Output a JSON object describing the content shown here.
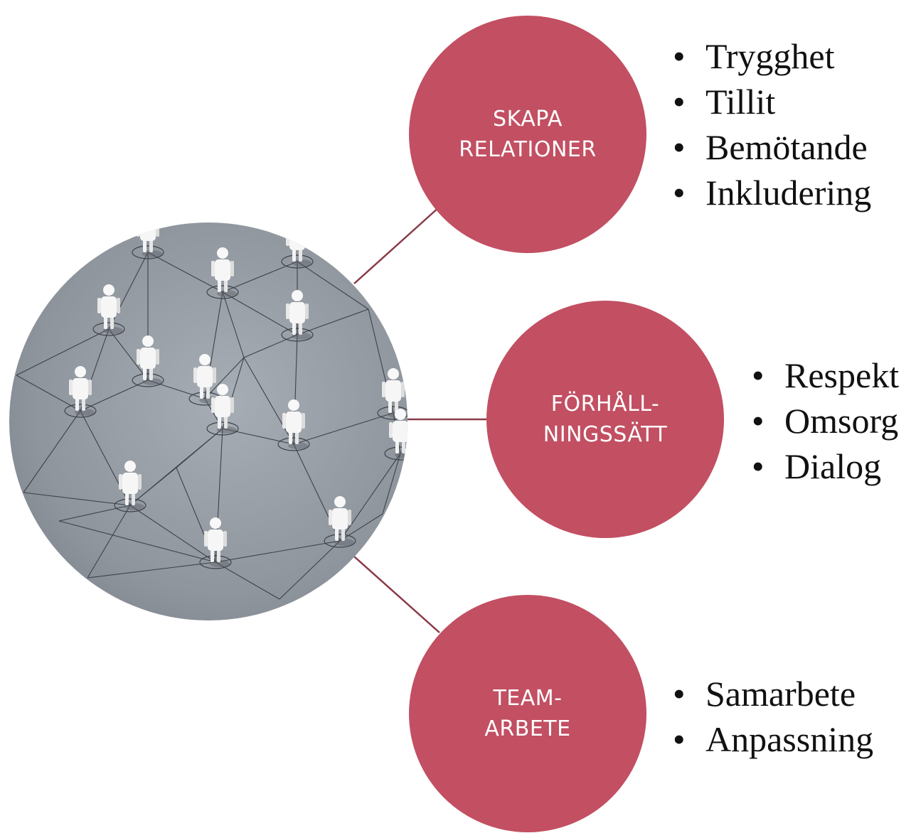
{
  "colors": {
    "node_fill": "#c24f62",
    "connector": "#8a3a48",
    "node_text": "#ffffff",
    "bullet_text": "#111111",
    "photo_background": "#8d939b"
  },
  "photo": {
    "icon": "people-network-photo"
  },
  "nodes": [
    {
      "label": "SKAPA\nRELATIONER",
      "bullets": [
        "Trygghet",
        "Tillit",
        "Bemötande",
        "Inkludering"
      ]
    },
    {
      "label": "FÖRHÅLL-\nNINGSSÄTT",
      "bullets": [
        "Respekt",
        "Omsorg",
        "Dialog"
      ]
    },
    {
      "label": "TEAM-\nARBETE",
      "bullets": [
        "Samarbete",
        "Anpassning"
      ]
    }
  ],
  "bullet_symbol": "•"
}
